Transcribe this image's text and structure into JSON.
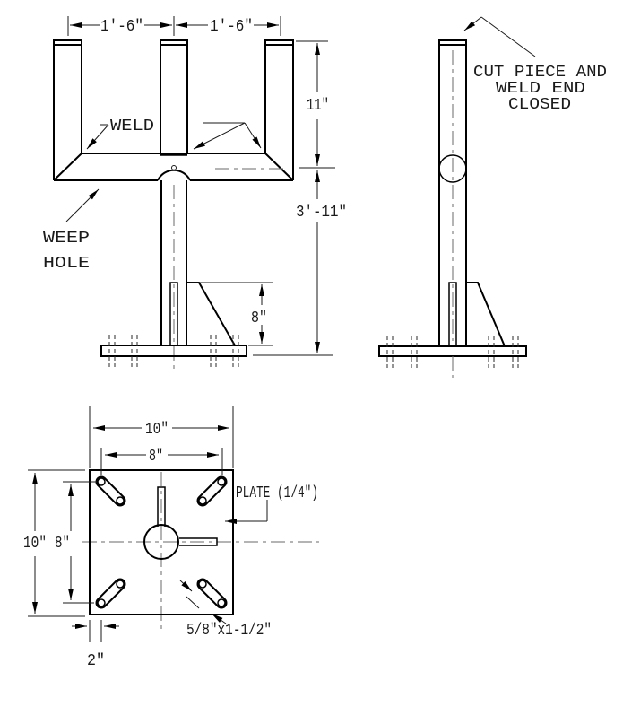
{
  "drawing_title": "post-and-base-plate-fabrication-detail",
  "front_view": {
    "dim_spacing_left": "1'-6\"",
    "dim_spacing_right": "1'-6\"",
    "dim_upright_height": "11\"",
    "dim_overall_height": "3'-11\"",
    "dim_gusset_height": "8\"",
    "weld_label": "WELD",
    "weep_label_line1": "WEEP",
    "weep_label_line2": "HOLE"
  },
  "side_view": {
    "note_line1": "CUT PIECE AND",
    "note_line2": "WELD END",
    "note_line3": "CLOSED"
  },
  "plan_view": {
    "dim_plate_width": "10\"",
    "dim_bolt_spacing_horizontal": "8\"",
    "dim_plate_depth": "10\"",
    "dim_bolt_spacing_vertical": "8\"",
    "dim_corner_offset": "2\"",
    "plate_label": "PLATE (1/4\")",
    "slot_label": "5/8\"x1-1/2\""
  },
  "colors": {
    "object_line": "#000000",
    "centerline": "#6a6a6a",
    "background": "#ffffff"
  }
}
